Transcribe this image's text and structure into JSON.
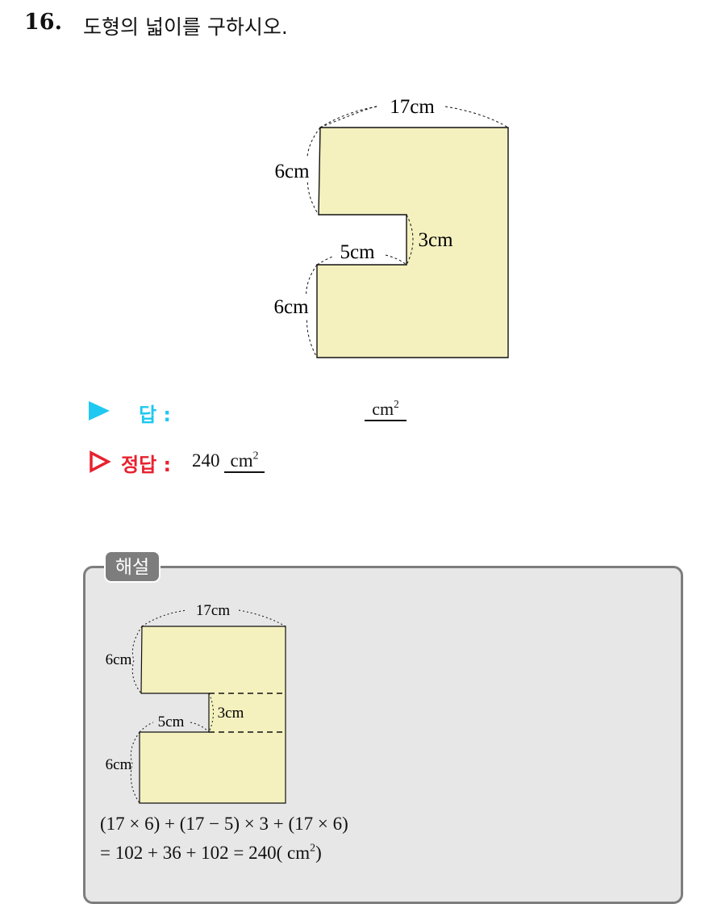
{
  "question": {
    "number": "16.",
    "text": "도형의 넓이를 구하시오."
  },
  "figure": {
    "top_label": "17cm",
    "left_top_label": "6cm",
    "notch_right_label": "3cm",
    "notch_bottom_label": "5cm",
    "left_bottom_label": "6cm",
    "fill_color": "#f4f1bf"
  },
  "answer": {
    "label": "답 :",
    "unit": "cm",
    "unit_sup": "2",
    "arrow_color": "#1ec8f0"
  },
  "correct": {
    "label": "정답 :",
    "value": "240",
    "unit": "cm",
    "unit_sup": "2",
    "color": "#e8212e"
  },
  "solution": {
    "tag": "해설",
    "figure": {
      "top_label": "17cm",
      "left_top_label": "6cm",
      "notch_right_label": "3cm",
      "notch_bottom_label": "5cm",
      "left_bottom_label": "6cm"
    },
    "line1": "(17 × 6) + (17 − 5) × 3 + (17 × 6)",
    "line2": "= 102 + 36 + 102 = 240( cm",
    "line2_sup": "2",
    "line2_end": ")"
  }
}
